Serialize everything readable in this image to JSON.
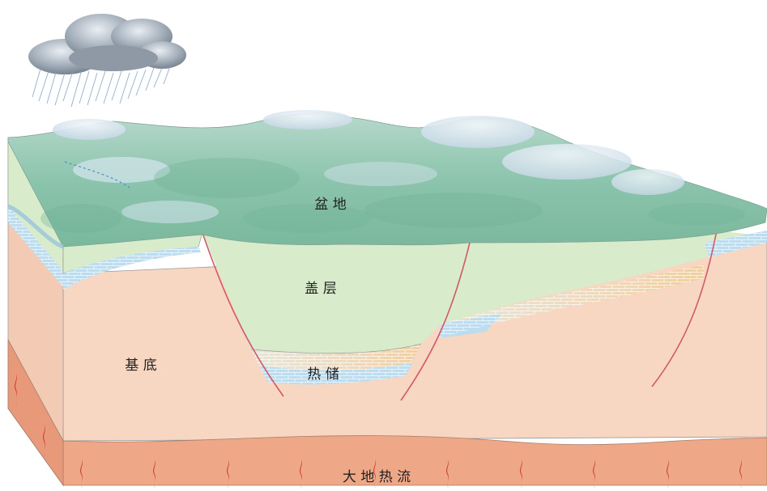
{
  "labels": {
    "basin": "盆 地",
    "caprock": "盖 层",
    "basement": "基 底",
    "reservoir": "热 储",
    "heat_flow": "大 地 热 流"
  },
  "colors": {
    "sky": "#ffffff",
    "basement": "#f7d6c2",
    "basement_side": "#f3cbb5",
    "deep_layer": "#eea787",
    "deep_layer_side": "#e8997a",
    "caprock": "#d8eccc",
    "reservoir_blue": "#bcdcef",
    "reservoir_tan": "#ecdcc4",
    "fault": "#d05a6a",
    "terrain_green": "#8fc7ae",
    "terrain_snow": "#e2ecf4",
    "cloud": "#8f9aa6",
    "rain": "#6f8fb5",
    "heat_flame": "#c8322d"
  },
  "icons": [
    "cloud-icon",
    "rain-icon",
    "heat-flame-icon"
  ]
}
